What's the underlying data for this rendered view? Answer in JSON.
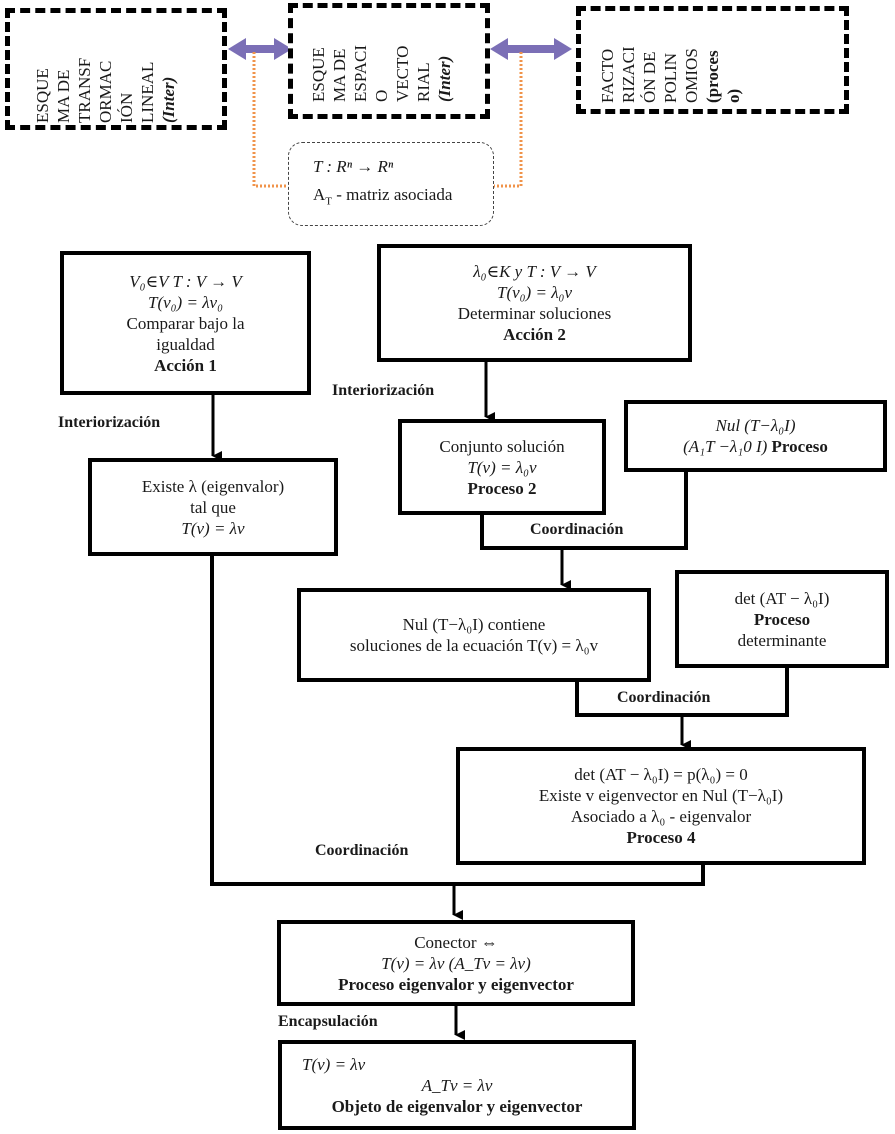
{
  "top_schemes": [
    {
      "id": "transformacion-lineal",
      "lines": [
        "ESQUE",
        "MA DE",
        "TRANSF",
        "ORMAC",
        "IÓN",
        "LINEAL"
      ],
      "tag": "(Inter)"
    },
    {
      "id": "espacio-vectorial",
      "lines": [
        "ESQUE",
        "MA DE",
        "ESPACI",
        "O",
        "VECTO",
        "RIAL"
      ],
      "tag": "(Inter)"
    },
    {
      "id": "factorizacion",
      "lines": [
        "FACTO",
        "RIZACI",
        "ÓN DE",
        "POLIN",
        "OMIOS"
      ],
      "tag": "(proces",
      "tag2": "o)"
    }
  ],
  "connector_note": {
    "line1": "T : Rⁿ → Rⁿ",
    "line2": "A_T - matriz asociada",
    "a": "A",
    "a_sub": "T",
    "a_rest": " - matriz asociada"
  },
  "colors": {
    "arrow_purple": "#7b6fb6",
    "dotted_orange": "#f0934a",
    "box_border": "#000000"
  },
  "boxes": {
    "accion1": {
      "lines": [
        "V₀∈V   T : V → V",
        "T(v₀) = λv₀",
        "Comparar bajo la",
        "igualdad"
      ],
      "title": "Acción 1"
    },
    "accion2": {
      "lines": [
        "λ₀∈K y  T : V → V",
        "T(v₀) = λ₀v",
        "Determinar soluciones"
      ],
      "title": "Acción 2"
    },
    "existe": {
      "lines": [
        "Existe  λ  (eigenvalor)",
        "tal que",
        "T(v) = λv"
      ]
    },
    "proceso2": {
      "lines": [
        "Conjunto solución",
        "T(v) = λ₀v"
      ],
      "title": "Proceso 2"
    },
    "nul_proceso": {
      "line1": "Nul (T−λ₀I)",
      "line2": "(A₁T −λ₁0 I)",
      "title": "Proceso"
    },
    "nul_contiene": {
      "line1": "Nul (T−λ₀I)  contiene",
      "line2": "soluciones de la ecuación  T(v) = λ₀v"
    },
    "det_proceso": {
      "line1": "det (AT − λ₀I)",
      "title": "Proceso",
      "line3": "determinante"
    },
    "proceso4": {
      "lines": [
        "det (AT − λ₀I) = p(λ₀) = 0",
        "Existe v eigenvector en  Nul (T−λ₀I)",
        "Asociado a λ₀ - eigenvalor"
      ],
      "title": "Proceso 4"
    },
    "conector": {
      "lines": [
        "Conector ⇔",
        "T(v) = λv  (A_Tv = λv)"
      ],
      "title": "Proceso eigenvalor y eigenvector"
    },
    "objeto": {
      "line1": "T(v) = λv",
      "line2": "A_Tv = λv",
      "title": "Objeto de eigenvalor y eigenvector"
    }
  },
  "labels": {
    "interiorizacion_1": "Interiorización",
    "interiorizacion_2": "Interiorización",
    "coordinacion_1": "Coordinación",
    "coordinacion_2": "Coordinación",
    "coordinacion_3": "Coordinación",
    "encapsulacion": "Encapsulación"
  }
}
